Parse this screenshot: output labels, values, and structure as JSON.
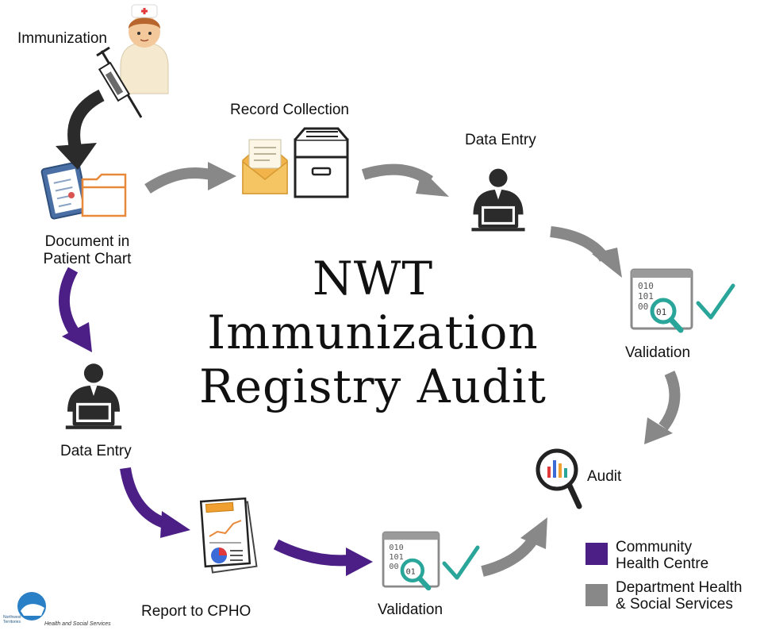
{
  "title": {
    "line1": "NWT",
    "line2": "Immunization",
    "line3": "Registry Audit"
  },
  "steps": {
    "immunization": "Immunization",
    "document_line1": "Document in",
    "document_line2": "Patient Chart",
    "record_collection": "Record Collection",
    "data_entry_top": "Data Entry",
    "validation_right": "Validation",
    "audit": "Audit",
    "data_entry_left": "Data Entry",
    "report": "Report to CPHO",
    "validation_bottom": "Validation"
  },
  "legend": {
    "community_line1": "Community",
    "community_line2": "Health Centre",
    "department_line1": "Department Health",
    "department_line2": "& Social Services"
  },
  "footer": {
    "org_line1": "Northwest",
    "org_line2": "Territories",
    "dept": "Health and Social Services"
  },
  "colors": {
    "community": "#4b1f86",
    "department": "#888888",
    "arrow_black": "#2b2b2b",
    "validation_teal": "#2aa59a"
  },
  "icons": [
    "nurse-icon",
    "syringe-icon",
    "clipboard-icon",
    "folder-icon",
    "envelope-icon",
    "file-box-icon",
    "person-laptop-icon",
    "validation-code-icon",
    "checkmark-icon",
    "audit-magnifier-icon",
    "report-document-icon"
  ]
}
